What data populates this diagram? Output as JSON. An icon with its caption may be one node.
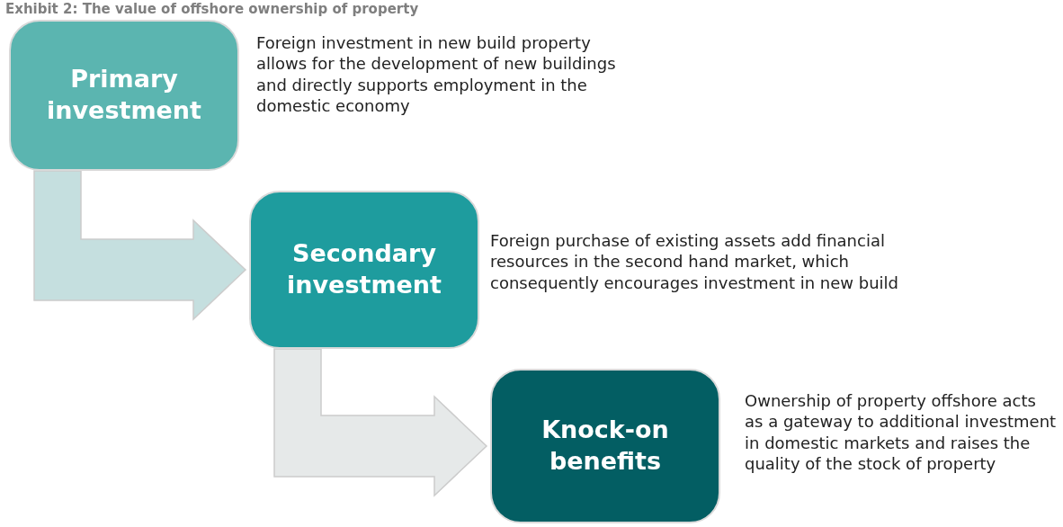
{
  "diagram": {
    "title": "Exhibit 2: The value of offshore ownership of property",
    "nodes": [
      {
        "text": [
          "Primary investment"
        ],
        "beside": [
          "Foreign investment in new build property allows for the development of new buildings and directly supports employment in the domestic economy"
        ]
      },
      {
        "text": [
          "Secondary investment"
        ],
        "beside": [
          "Foreign purchase of existing assets add financial resources in the second hand market, which consequently encourages investment in new build"
        ]
      },
      {
        "text": [
          "Knock-on benefits"
        ],
        "beside": [
          "Ownership of property offshore acts as a gateway to additional investment in domestic markets and raises the quality of the stock of property"
        ]
      }
    ],
    "edges": [
      {
        "from": 0,
        "to": 1,
        "arrow": "to",
        "color": "#c5dfdf"
      },
      {
        "from": 1,
        "to": 2,
        "arrow": "to",
        "color": "#e6e9e9"
      }
    ]
  }
}
